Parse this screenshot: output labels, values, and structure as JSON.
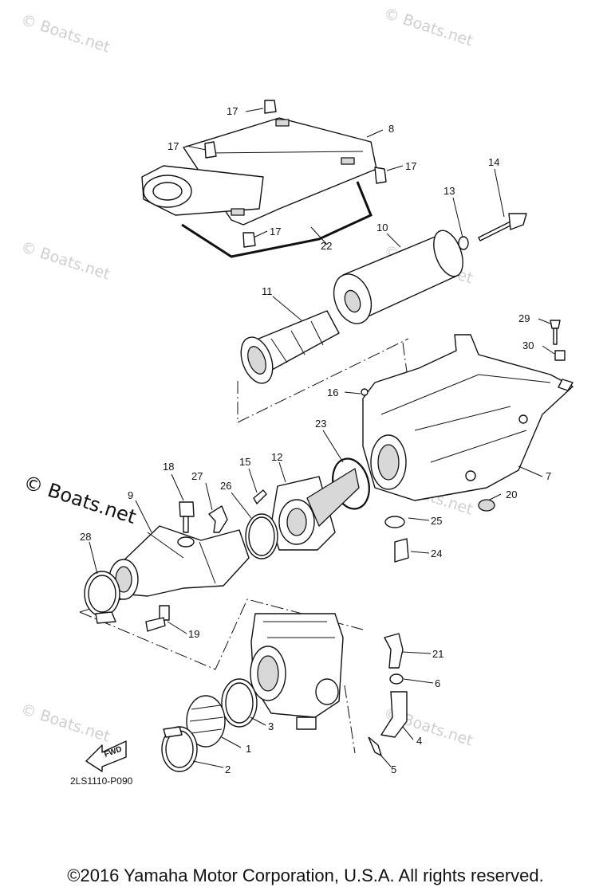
{
  "diagram": {
    "watermark_small": "© Boats.net",
    "watermark_big": "© Boats.net",
    "drawing_code": "2LS1110-P090",
    "fwd_label": "FWD",
    "copyright": "©2016 Yamaha Motor Corporation, U.S.A. All rights reserved.",
    "callouts": {
      "c1": "1",
      "c2": "2",
      "c3": "3",
      "c4": "4",
      "c5": "5",
      "c6": "6",
      "c7": "7",
      "c8": "8",
      "c9": "9",
      "c10": "10",
      "c11": "11",
      "c12": "12",
      "c13": "13",
      "c14": "14",
      "c15": "15",
      "c16": "16",
      "c17a": "17",
      "c17b": "17",
      "c17c": "17",
      "c17d": "17",
      "c18": "18",
      "c19": "19",
      "c20": "20",
      "c21": "21",
      "c22": "22",
      "c23": "23",
      "c24": "24",
      "c25": "25",
      "c26": "26",
      "c27": "27",
      "c28": "28",
      "c29": "29",
      "c30": "30"
    }
  }
}
